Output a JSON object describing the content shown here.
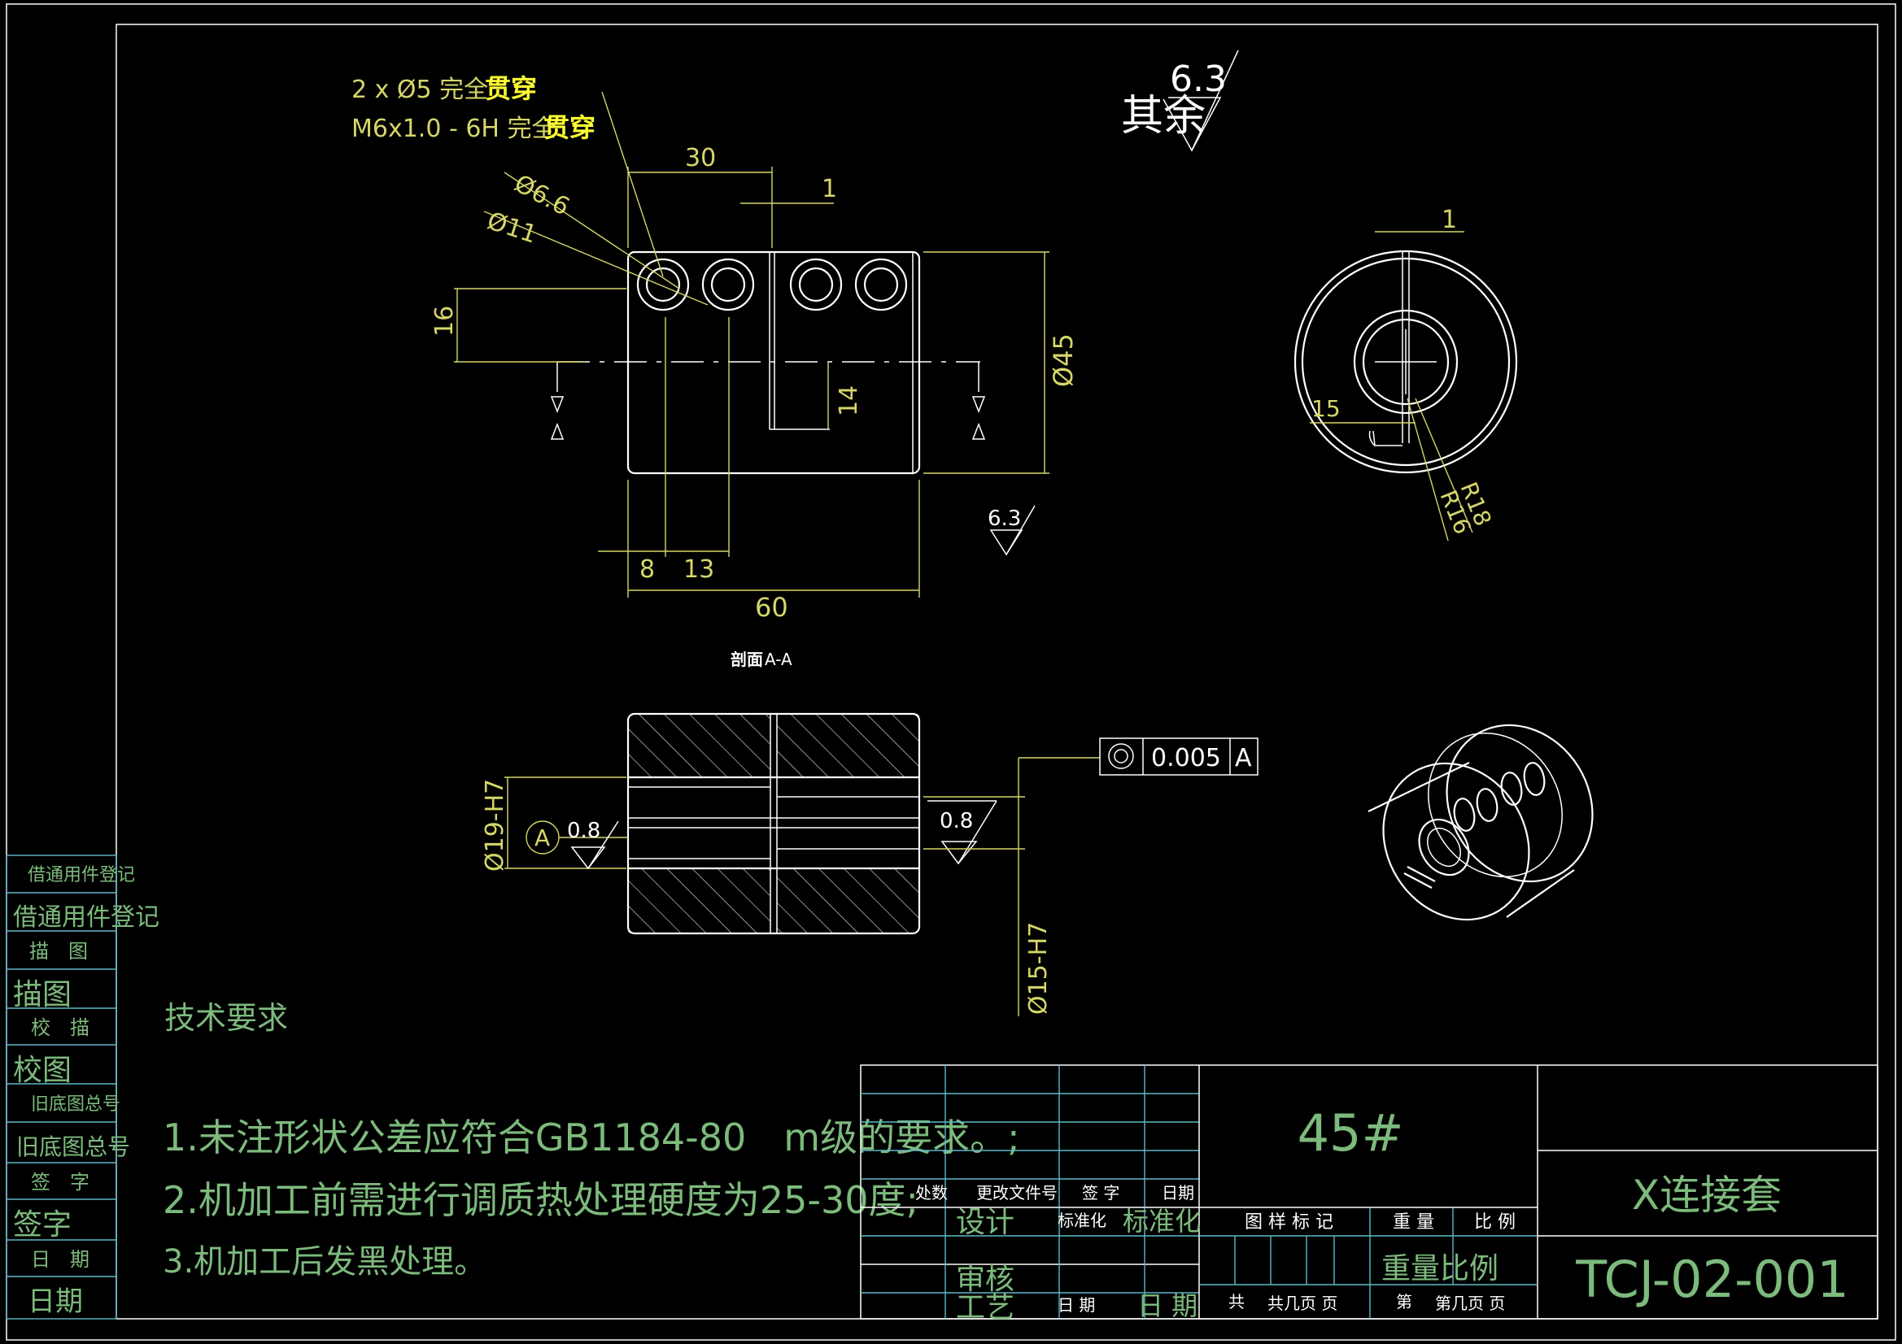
{
  "title_block": {
    "material": "45#",
    "part_name": "X连接套",
    "drawing_number": "TCJ-02-001",
    "header_labels": [
      "处数",
      "更改文件号",
      "签 字",
      "日期"
    ],
    "row_design": "设计",
    "row_standard_small": "标准化",
    "row_standard": "标准化",
    "row_marks": "图 样 标 记",
    "row_weight": "重 量",
    "row_scale": "比 例",
    "row_review": "审核",
    "row_weight_scale": "重量比例",
    "row_process": "工艺",
    "row_date_small": "日 期",
    "row_date": "日 期",
    "sheets_total_small": "共",
    "sheets_total": "共几页 页",
    "sheet_no_small": "第",
    "sheet_no": "第几页 页"
  },
  "left_strip": {
    "items": [
      "借通用件登记",
      "借通用件登记",
      "描　图",
      "描图",
      "校　描",
      "校图",
      "旧底图总号",
      "旧底图总号",
      "签　字",
      "签字",
      "日　期",
      "日期"
    ]
  },
  "notes": {
    "title": "技术要求",
    "lines": [
      "1.未注形状公差应符合GB1184-80　m级的要求。;",
      "2.机加工前需进行调质热处理硬度为25-30度;",
      "3.机加工后发黑处理。"
    ]
  },
  "roughness": {
    "general_value": "6.3",
    "general_text": "其余",
    "side_value": "6.3",
    "bore_left": "0.8",
    "bore_right": "0.8"
  },
  "callouts": {
    "holes_prefix": "2 x Ø5 完全",
    "holes_bold": "贯穿",
    "thread_prefix": "M6x1.0 - 6H 完全",
    "thread_bold": "贯穿"
  },
  "dimensions": {
    "slot_offset": "30",
    "slot_width": "1",
    "dia_counterbore": "Ø6.6",
    "dia_outer_hole": "Ø11",
    "hole_height": "16",
    "slot_depth": "14",
    "outer_dia": "Ø45",
    "hole_pos_1": "8",
    "hole_pos_2": "13",
    "length": "60",
    "end_slot_width": "1",
    "angle_dim": "15",
    "radius_outer": "R18",
    "radius_inner": "R16",
    "bore_big": "Ø19-H7",
    "bore_small": "Ø15-H7",
    "datum": "A"
  },
  "section_label": {
    "bold": "剖面",
    "name": "A-A"
  },
  "tolerance_frame": {
    "value": "0.005",
    "datum": "A"
  }
}
